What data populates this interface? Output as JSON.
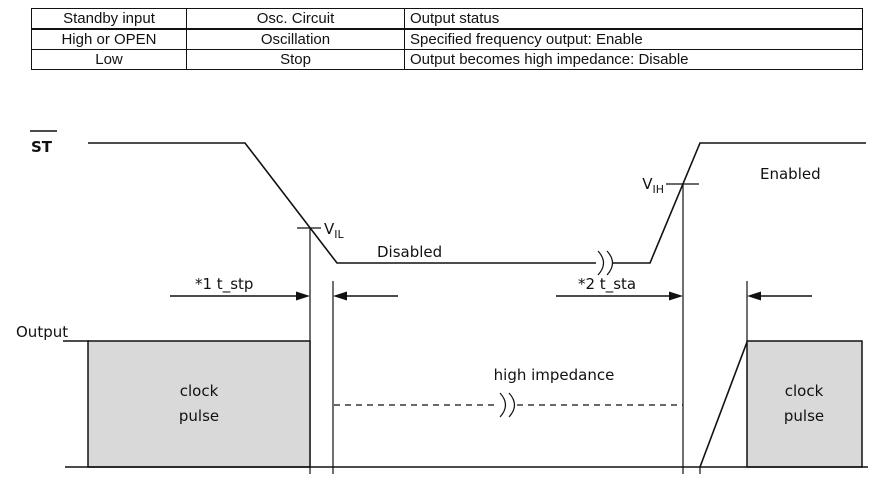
{
  "table": {
    "headers": [
      "Standby input",
      "Osc. Circuit",
      "Output status"
    ],
    "rows": [
      [
        "High or OPEN",
        "Oscillation",
        "Specified frequency output: Enable"
      ],
      [
        "Low",
        "Stop",
        "Output becomes high impedance: Disable"
      ]
    ]
  },
  "diagram": {
    "st_label": "ST",
    "output_label": "Output",
    "vil": {
      "base": "V",
      "sub": "IL"
    },
    "vih": {
      "base": "V",
      "sub": "IH"
    },
    "disabled_label": "Disabled",
    "enabled_label": "Enabled",
    "t_stp_label": "*1 t_stp",
    "t_sta_label": "*2 t_sta",
    "high_impedance_label": "high impedance",
    "clock_left": {
      "line1": "clock",
      "line2": "pulse"
    },
    "clock_right": {
      "line1": "clock",
      "line2": "pulse"
    },
    "colors": {
      "box_fill": "#d9d9d9",
      "line": "#111111"
    }
  }
}
